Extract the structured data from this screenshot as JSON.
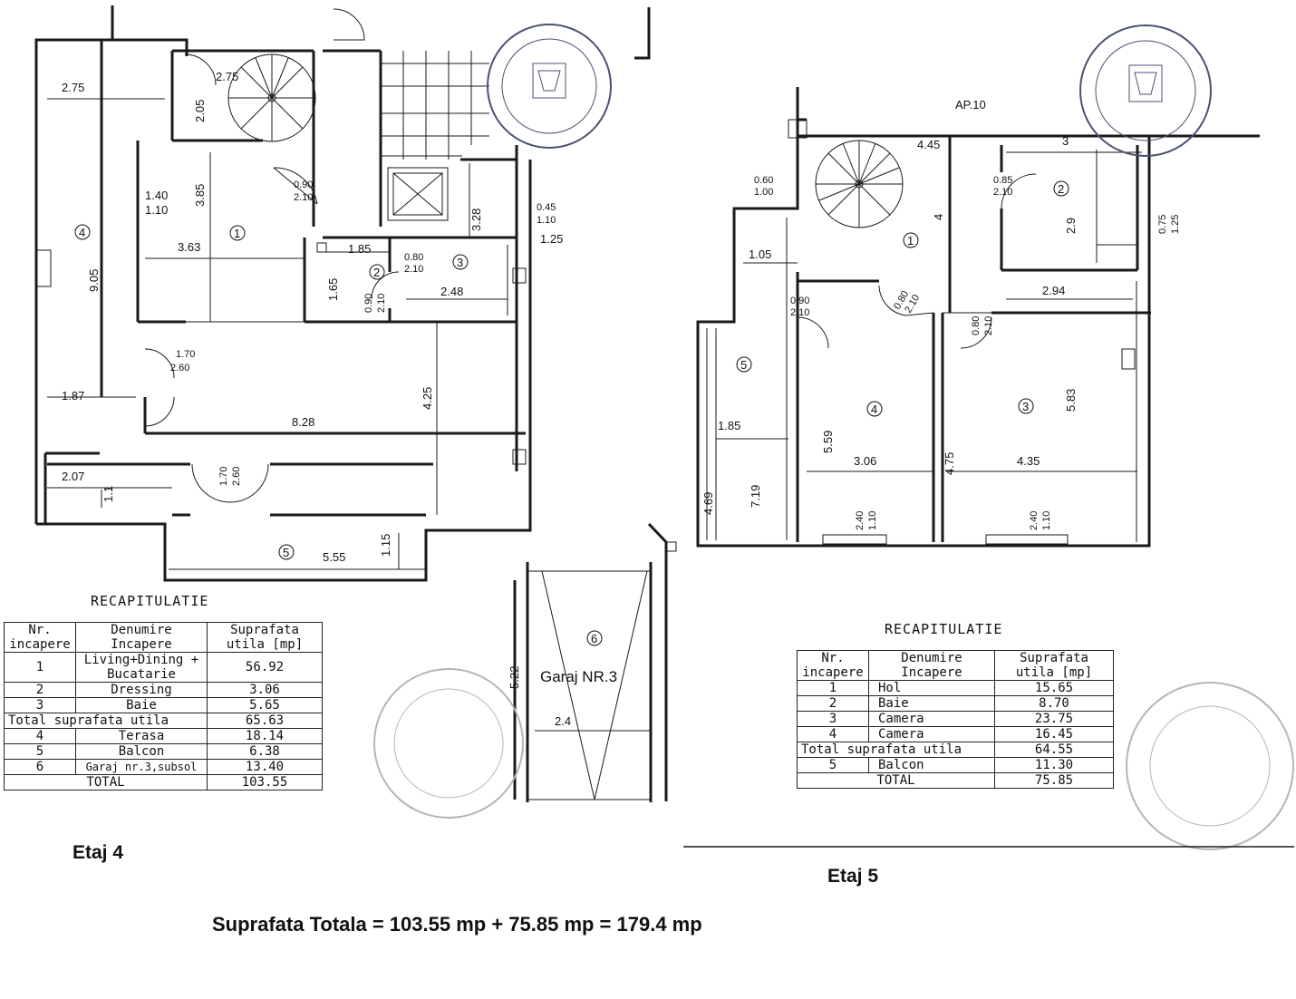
{
  "plan4": {
    "dims": [
      "2.75",
      "2.75",
      "2.05",
      "3.85",
      "3.63",
      "1.40",
      "1.10",
      "9.05",
      "0.90",
      "2.10",
      "1.85",
      "0.80",
      "2.10",
      "3.28",
      "0.45",
      "1.10",
      "1.25",
      "1.65",
      "0.90",
      "2.10",
      "2.48",
      "1.70",
      "2.60",
      "1.87",
      "4.25",
      "8.28",
      "2.07",
      "1.1",
      "1.70",
      "2.60",
      "5.55",
      "1.15",
      "5.22",
      "2.4"
    ],
    "rooms": [
      "1",
      "2",
      "3",
      "4",
      "5",
      "6"
    ],
    "garage_label": "Garaj NR.3"
  },
  "plan5": {
    "ap_label": "AP.10",
    "dims": [
      "4.45",
      "3",
      "0.60",
      "1.00",
      "0.85",
      "2.10",
      "4",
      "2.9",
      "0.75",
      "1.25",
      "1.05",
      "0.80",
      "2.10",
      "2.94",
      "0.90",
      "2.10",
      "0.80",
      "2.10",
      "5.83",
      "1.85",
      "5.59",
      "4.75",
      "3.06",
      "4.35",
      "4.69",
      "7.19",
      "2.40",
      "1.10",
      "2.40",
      "1.10"
    ],
    "rooms": [
      "1",
      "2",
      "3",
      "4",
      "5"
    ]
  },
  "recap4": {
    "title": "RECAPITULATIE",
    "headers": [
      "Nr. incapere",
      "Denumire Incapere",
      "Suprafata utila [mp]"
    ],
    "rows": [
      {
        "nr": "1",
        "name": "Living+Dining + Bucatarie",
        "area": "56.92"
      },
      {
        "nr": "2",
        "name": "Dressing",
        "area": "3.06"
      },
      {
        "nr": "3",
        "name": "Baie",
        "area": "5.65"
      }
    ],
    "total_util": {
      "label": "Total suprafata utila",
      "value": "65.63"
    },
    "rows2": [
      {
        "nr": "4",
        "name": "Terasa",
        "area": "18.14"
      },
      {
        "nr": "5",
        "name": "Balcon",
        "area": "6.38"
      },
      {
        "nr": "6",
        "name": "Garaj nr.3,subsol",
        "area": "13.40"
      }
    ],
    "total": {
      "label": "TOTAL",
      "value": "103.55"
    }
  },
  "recap5": {
    "title": "RECAPITULATIE",
    "headers": [
      "Nr. incapere",
      "Denumire Incapere",
      "Suprafata utila [mp]"
    ],
    "rows": [
      {
        "nr": "1",
        "name": "Hol",
        "area": "15.65"
      },
      {
        "nr": "2",
        "name": "Baie",
        "area": "8.70"
      },
      {
        "nr": "3",
        "name": "Camera",
        "area": "23.75"
      },
      {
        "nr": "4",
        "name": "Camera",
        "area": "16.45"
      }
    ],
    "total_util": {
      "label": "Total suprafata utila",
      "value": "64.55"
    },
    "rows2": [
      {
        "nr": "5",
        "name": "Balcon",
        "area": "11.30"
      }
    ],
    "total": {
      "label": "TOTAL",
      "value": "75.85"
    }
  },
  "labels": {
    "etaj4": "Etaj 4",
    "etaj5": "Etaj 5",
    "sum": "Suprafata Totala = 103.55 mp + 75.85 mp = 179.4 mp"
  },
  "colors": {
    "ink": "#1a1a1a",
    "stamp": "#4a5170",
    "ghost_stamp": "#b5b5b5"
  }
}
